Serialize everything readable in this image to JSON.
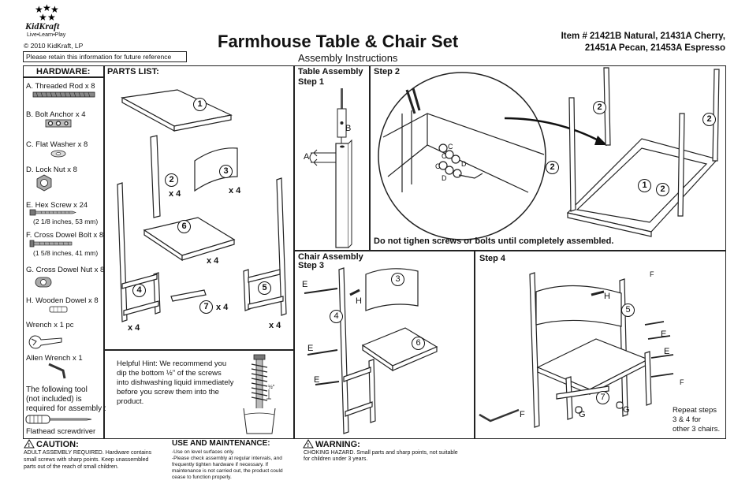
{
  "header": {
    "brand": "KidKraft",
    "tagline": "Live•Learn•Play",
    "copyright": "© 2010 KidKraft, LP",
    "retain_note": "Please retain this information for future reference",
    "title": "Farmhouse Table & Chair Set",
    "subtitle": "Assembly Instructions",
    "item_line1": "Item # 21421B Natural, 21431A Cherry,",
    "item_line2": "21451A Pecan, 21453A Espresso"
  },
  "hardware": {
    "heading": "HARDWARE:",
    "items": [
      {
        "label": "A. Threaded Rod x 8",
        "sub": ""
      },
      {
        "label": "B. Bolt Anchor x 4",
        "sub": ""
      },
      {
        "label": "C. Flat Washer x 8",
        "sub": ""
      },
      {
        "label": "D. Lock Nut x 8",
        "sub": ""
      },
      {
        "label": "E. Hex Screw x 24",
        "sub": "(2 1/8 inches, 53 mm)"
      },
      {
        "label": "F. Cross Dowel Bolt x 8",
        "sub": "(1 5/8 inches, 41 mm)"
      },
      {
        "label": "G. Cross Dowel Nut x 8",
        "sub": ""
      },
      {
        "label": "H. Wooden Dowel x 8",
        "sub": ""
      },
      {
        "label": "Wrench x 1 pc",
        "sub": ""
      },
      {
        "label": "Allen Wrench x 1",
        "sub": ""
      }
    ],
    "tool_note_1": "The following tool",
    "tool_note_2": "(not included) is",
    "tool_note_3": "required for assembly :",
    "tool_name": "Flathead screwdriver"
  },
  "parts": {
    "heading": "PARTS LIST:",
    "p1": "1",
    "p2": "2",
    "p3": "3",
    "p4": "4",
    "p5": "5",
    "p6": "6",
    "p7": "7",
    "qty_x4": "x 4"
  },
  "hint": {
    "line1": "Helpful Hint: We recommend you",
    "line2": "dip the bottom ½\" of the screws",
    "line3": "into dishwashing liquid immediately",
    "line4": "before you screw them into the",
    "line5": "product.",
    "half": "½\""
  },
  "table_assembly": {
    "heading": "Table Assembly",
    "step1": "Step 1",
    "label_a": "A",
    "label_b": "B"
  },
  "step2": {
    "heading": "Step 2",
    "label_c": "C",
    "label_d": "D",
    "warning": "Do not tighen screws or bolts until completely assembled.",
    "n1": "1",
    "n2": "2"
  },
  "chair_assembly": {
    "heading": "Chair Assembly",
    "step3": "Step 3",
    "label_e": "E",
    "label_h": "H",
    "n3": "3",
    "n4": "4",
    "n6": "6"
  },
  "step4": {
    "heading": "Step 4",
    "label_f": "F",
    "label_g": "G",
    "label_e": "E",
    "label_h": "H",
    "n5": "5",
    "n7": "7",
    "repeat1": "Repeat steps",
    "repeat2": "3 & 4 for",
    "repeat3": "other 3 chairs."
  },
  "footer": {
    "caution_title": "CAUTION:",
    "caution_1": "ADULT ASSEMBLY REQUIRED.  Hardware contains",
    "caution_2": "small screws with sharp points. Keep unassembled",
    "caution_3": "parts out of the reach of small children.",
    "use_title": "USE AND MAINTENANCE:",
    "use_1": "-Use on level surfaces only.",
    "use_2": "-Please check assembly at regular intervals, and",
    "use_3": "frequently tighten hardware if necessary.  If",
    "use_4": "maintenance is not carried out, the product could",
    "use_5": "cease to function properly.",
    "warn_title": "WARNING:",
    "warn_1": "CHOKING HAZARD. Small parts and sharp points, not suitable",
    "warn_2": "for children under 3 years."
  }
}
